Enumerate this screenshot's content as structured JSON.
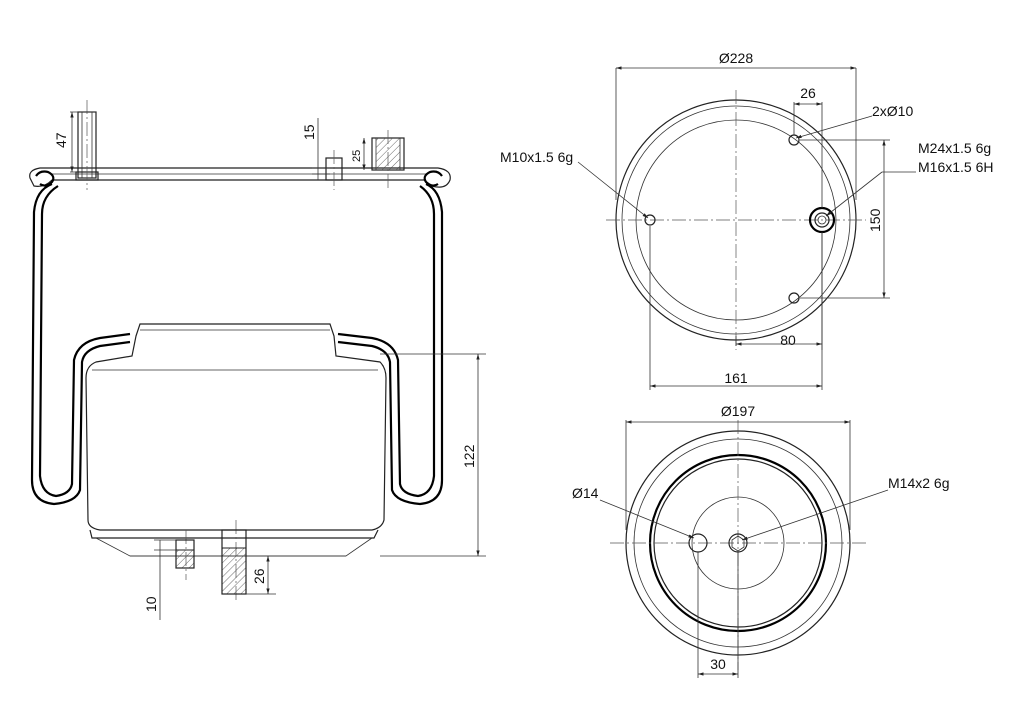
{
  "drawing": {
    "side_view": {
      "dims": {
        "stud_height": "47",
        "plate_offset": "15",
        "fitting_height": "25",
        "piston_height": "122",
        "bottom_bolt_length": "26",
        "bottom_stud": "10"
      }
    },
    "top_view": {
      "dims": {
        "outer_diameter": "Ø228",
        "hole_offset": "26",
        "holes": "2xØ10",
        "stud_thread": "M10x1.5 6g",
        "air_fitting_thread_1": "M24x1.5 6g",
        "air_fitting_thread_2": "M16x1.5 6H",
        "hole_spacing": "150",
        "fitting_offset": "80",
        "stud_to_fitting": "161"
      }
    },
    "bottom_view": {
      "dims": {
        "outer_diameter": "Ø197",
        "pin_diameter": "Ø14",
        "center_thread": "M14x2 6g",
        "pin_offset": "30"
      }
    }
  }
}
